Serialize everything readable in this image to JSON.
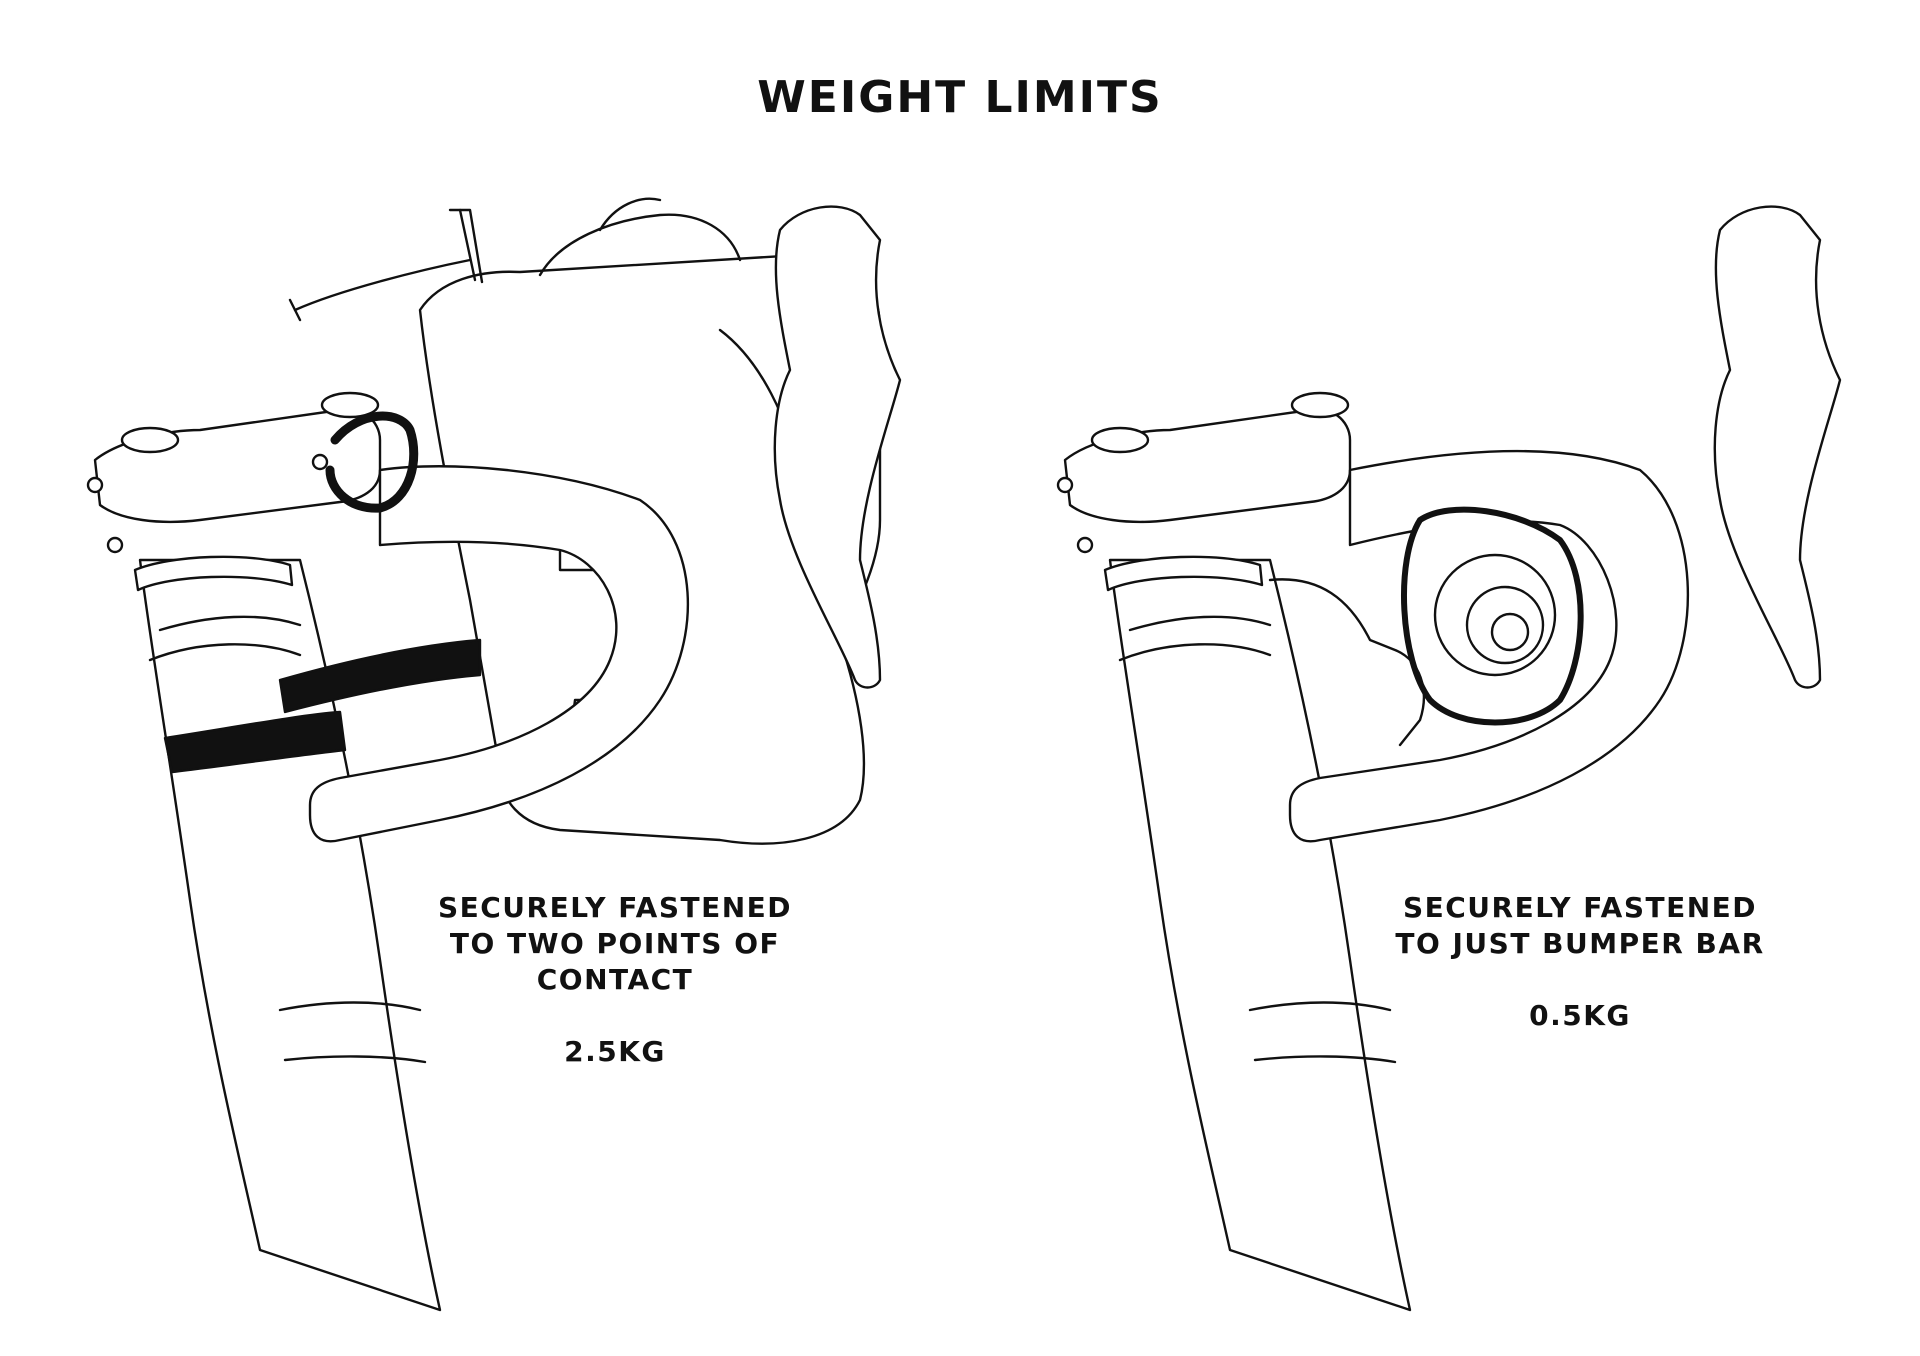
{
  "title": "WEIGHT LIMITS",
  "panels": [
    {
      "caption_lines": [
        "SECURELY FASTENED",
        "TO TWO POINTS OF",
        "CONTACT"
      ],
      "value": "2.5KG"
    },
    {
      "caption_lines": [
        "SECURELY FASTENED",
        "TO JUST BUMPER BAR"
      ],
      "value": "0.5KG"
    }
  ],
  "colors": {
    "ink": "#111111",
    "background": "#ffffff"
  }
}
